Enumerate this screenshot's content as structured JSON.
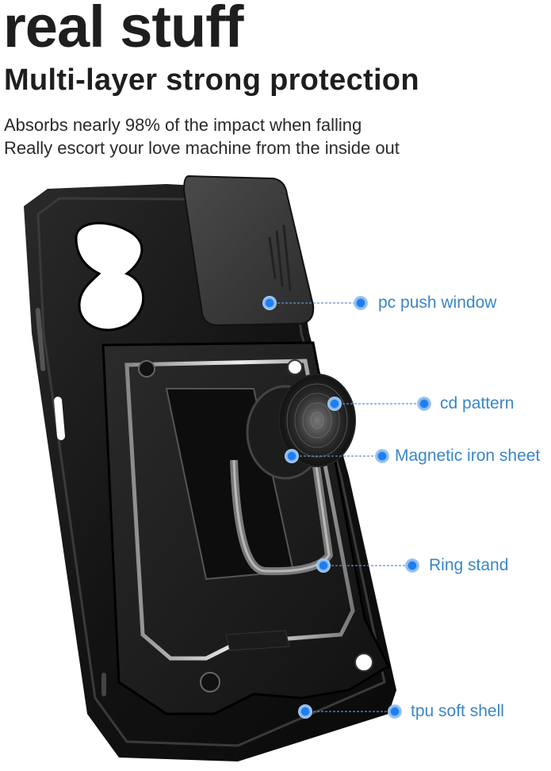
{
  "header": {
    "title": "real stuff",
    "subtitle": "Multi-layer strong protection",
    "description_lines": [
      "Absorbs nearly 98% of the impact when falling",
      "Really escort your love machine from the inside out"
    ]
  },
  "product": {
    "name": "phone-case-with-camera-slider-and-ring-stand",
    "colors": {
      "case": "#151515",
      "slider": "#3c3c3c",
      "accent_silver": "#c8c8c8",
      "callout_blue": "#1e7ef0",
      "callout_text": "#3a86c8"
    }
  },
  "callouts": [
    {
      "label": "pc push window"
    },
    {
      "label": "cd pattern"
    },
    {
      "label": "Magnetic iron sheet"
    },
    {
      "label": "Ring stand"
    },
    {
      "label": "tpu soft shell"
    }
  ]
}
